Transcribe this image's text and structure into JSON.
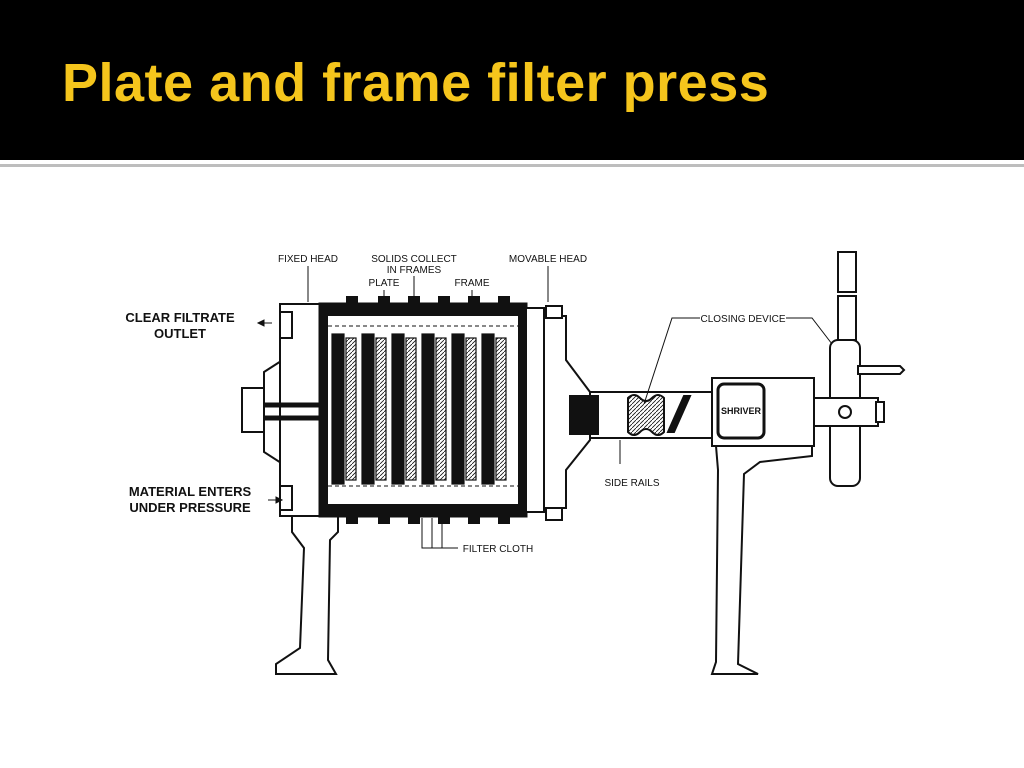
{
  "slide": {
    "title": "Plate and frame filter press"
  },
  "diagram": {
    "labels": {
      "fixed_head": "FIXED HEAD",
      "solids_collect_1": "SOLIDS COLLECT",
      "solids_collect_2": "IN FRAMES",
      "plate": "PLATE",
      "frame": "FRAME",
      "movable_head": "MOVABLE HEAD",
      "clear_filtrate_1": "CLEAR FILTRATE",
      "clear_filtrate_2": "OUTLET",
      "closing_device": "CLOSING DEVICE",
      "material_enters_1": "MATERIAL ENTERS",
      "material_enters_2": "UNDER PRESSURE",
      "side_rails": "SIDE RAILS",
      "filter_cloth": "FILTER CLOTH",
      "brand": "SHRIVER"
    }
  },
  "colors": {
    "title_bar": "#000000",
    "title_text": "#f5c51c",
    "line": "#111111"
  }
}
